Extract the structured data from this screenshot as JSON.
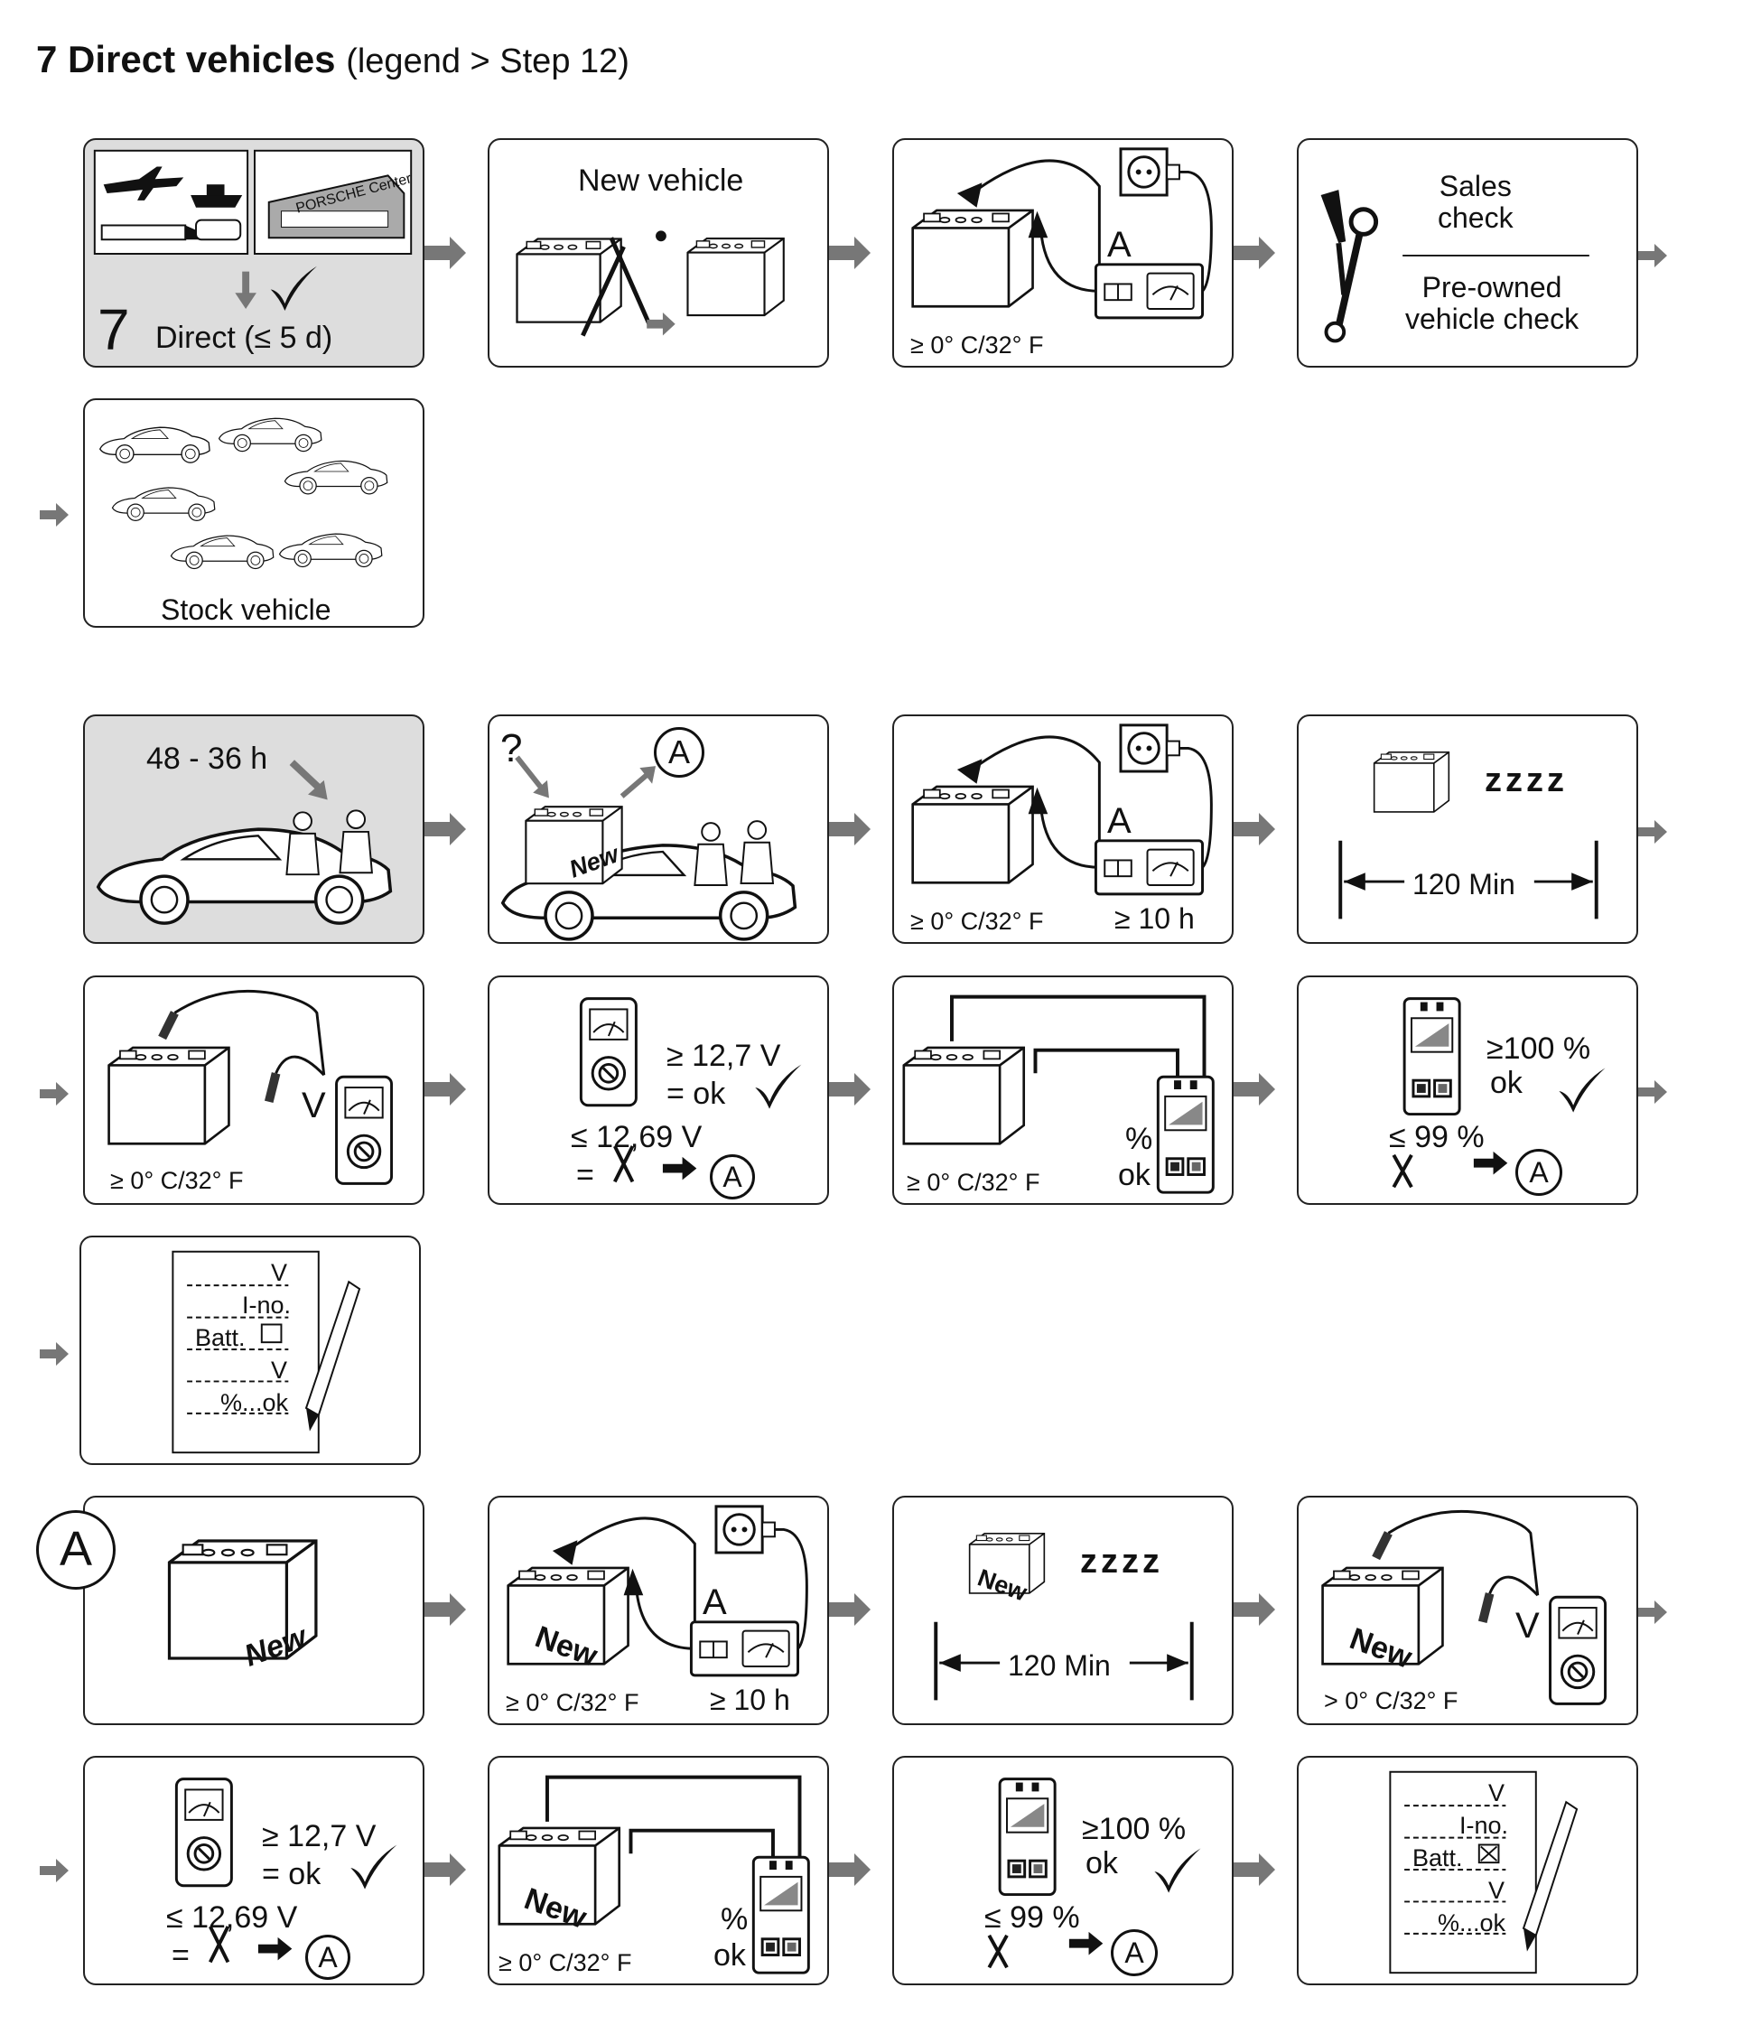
{
  "title": {
    "main": "7 Direct vehicles",
    "sub": "(legend > Step 12)"
  },
  "s1": {
    "p1": {
      "num": "7",
      "label": "Direct (≤ 5 d)",
      "sign": "PORSCHE Center"
    },
    "p2": {
      "label": "New vehicle"
    },
    "p3": {
      "charger": "A",
      "temp": "≥ 0° C/32° F"
    },
    "p4": {
      "sales": "Sales\ncheck",
      "preowned": "Pre-owned\nvehicle check"
    },
    "p5": {
      "label": "Stock vehicle"
    }
  },
  "s2": {
    "p1": {
      "time": "48 - 36 h"
    },
    "p2": {
      "q": "?",
      "a": "A",
      "new": "New"
    },
    "p3": {
      "charger": "A",
      "temp": "≥ 0° C/32° F",
      "dur": "≥ 10 h"
    },
    "p4": {
      "zzz": "zzzz",
      "dur": "120 Min"
    },
    "p5": {
      "v": "V",
      "temp": "≥ 0° C/32° F"
    },
    "p6": {
      "l1": "≥ 12,7 V",
      "l2": "=  ok",
      "l3": "≤  12,69 V",
      "l4": "=",
      "a": "A"
    },
    "p7": {
      "pct": "%",
      "ok": "ok",
      "temp": "≥ 0° C/32° F"
    },
    "p8": {
      "l1": "≥100 %",
      "l2": "ok",
      "l3": "≤ 99 %",
      "a": "A"
    },
    "p9": {
      "r1": "V",
      "r2": "I-no.",
      "r3": "Batt.",
      "r4": "V",
      "r5": "%...ok"
    }
  },
  "s3": {
    "badge": "A",
    "p1": {
      "new": "New"
    },
    "p2": {
      "charger": "A",
      "new": "New",
      "temp": "≥ 0° C/32° F",
      "dur": "≥ 10 h"
    },
    "p3": {
      "zzz": "zzzz",
      "dur": "120 Min",
      "new": "New"
    },
    "p4": {
      "v": "V",
      "new": "New",
      "temp": "> 0° C/32° F"
    },
    "p5": {
      "l1": "≥ 12,7 V",
      "l2": "=  ok",
      "l3": "≤  12,69 V",
      "l4": "=",
      "a": "A"
    },
    "p6": {
      "pct": "%",
      "ok": "ok",
      "new": "New",
      "temp": "≥ 0° C/32° F"
    },
    "p7": {
      "l1": "≥100 %",
      "l2": "ok",
      "l3": "≤ 99 %",
      "a": "A"
    },
    "p8": {
      "r1": "V",
      "r2": "I-no.",
      "r3": "Batt.",
      "r4": "V",
      "r5": "%...ok"
    }
  }
}
